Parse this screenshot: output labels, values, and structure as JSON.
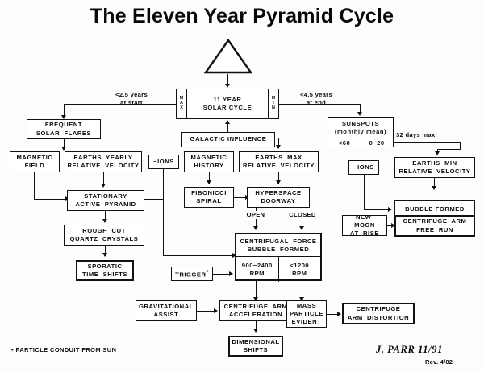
{
  "document": {
    "title": "The Eleven Year Pyramid Cycle",
    "footnote": "• PARTICLE CONDUIT FROM SUN",
    "signature": "J.  PARR  11/91",
    "revision": "Rev. 4/02"
  },
  "nodes": {
    "pyramid_symbol": "pyramid-triangle",
    "solar_cycle": {
      "line1": "11   YEAR",
      "line2": "SOLAR  CYCLE",
      "left_marker": "MAX",
      "right_marker": "MIN"
    },
    "galactic_influence": "GALACTIC  INFLUENCE",
    "frequent_solar_flares": "FREQUENT\nSOLAR  FLARES",
    "magnetic_field": "MAGNETIC\nFIELD",
    "earths_yearly_relative_velocity": "EARTHS  YEARLY\nRELATIVE  VELOCITY",
    "ions_left": "−IONS",
    "stationary_active_pyramid": "STATIONARY\nACTIVE  PYRAMID",
    "rough_cut_quartz_crystals": "ROUGH  CUT\nQUARTZ  CRYSTALS",
    "sporatic_time_shifts": "SPORATIC\nTIME  SHIFTS",
    "magnetic_history": "MAGNETIC\nHISTORY",
    "fibonicci_spiral": "FIBONICCI\nSPIRAL",
    "earths_max_relative_velocity": "EARTHS  MAX\nRELATIVE  VELOCITY",
    "hyperspace_doorway": "HYPERSPACE\nDOORWAY",
    "centrifugal_force_bubble": {
      "header": "CENTRIFUGAL  FORCE\nBUBBLE  FORMED",
      "left_cell": "900−2400\nRPM",
      "right_cell": "<1200\nRPM"
    },
    "trigger": "TRIGGER",
    "trigger_marker": "*",
    "gravitational_assist": "GRAVITATIONAL\nASSIST",
    "centrifuge_arm_acceleration": "CENTRIFUGE  ARM\nACCELERATION",
    "dimensional_shifts": "DIMENSIONAL\nSHIFTS",
    "mass_particle_evident": "MASS\nPARTICLE\nEVIDENT",
    "centrifuge_arm_distortion": "CENTRIFUGE\nARM  DISTORTION",
    "sunspots": {
      "line1": "SUNSPOTS",
      "line2": "(monthly mean)",
      "left_cell": "<60",
      "right_cell": "0−20"
    },
    "ions_right": "−IONS",
    "earths_min_relative_velocity": "EARTHS  MIN\nRELATIVE  VELOCITY",
    "bubble_formed": "BUBBLE  FORMED",
    "new_moon_at_rise": "NEW  MOON\nAT  RISE",
    "centrifuge_arm_free_run": "CENTRIFUGE  ARM\nFREE  RUN"
  },
  "annotations": {
    "left_branch": "<2.5 years\nat start",
    "right_branch": "<4.5 years\nat end",
    "days_max": "32 days max",
    "doorway_open": "OPEN",
    "doorway_closed": "CLOSED"
  },
  "colors": {
    "ink": "#111111",
    "paper": "#fdfdfd"
  }
}
